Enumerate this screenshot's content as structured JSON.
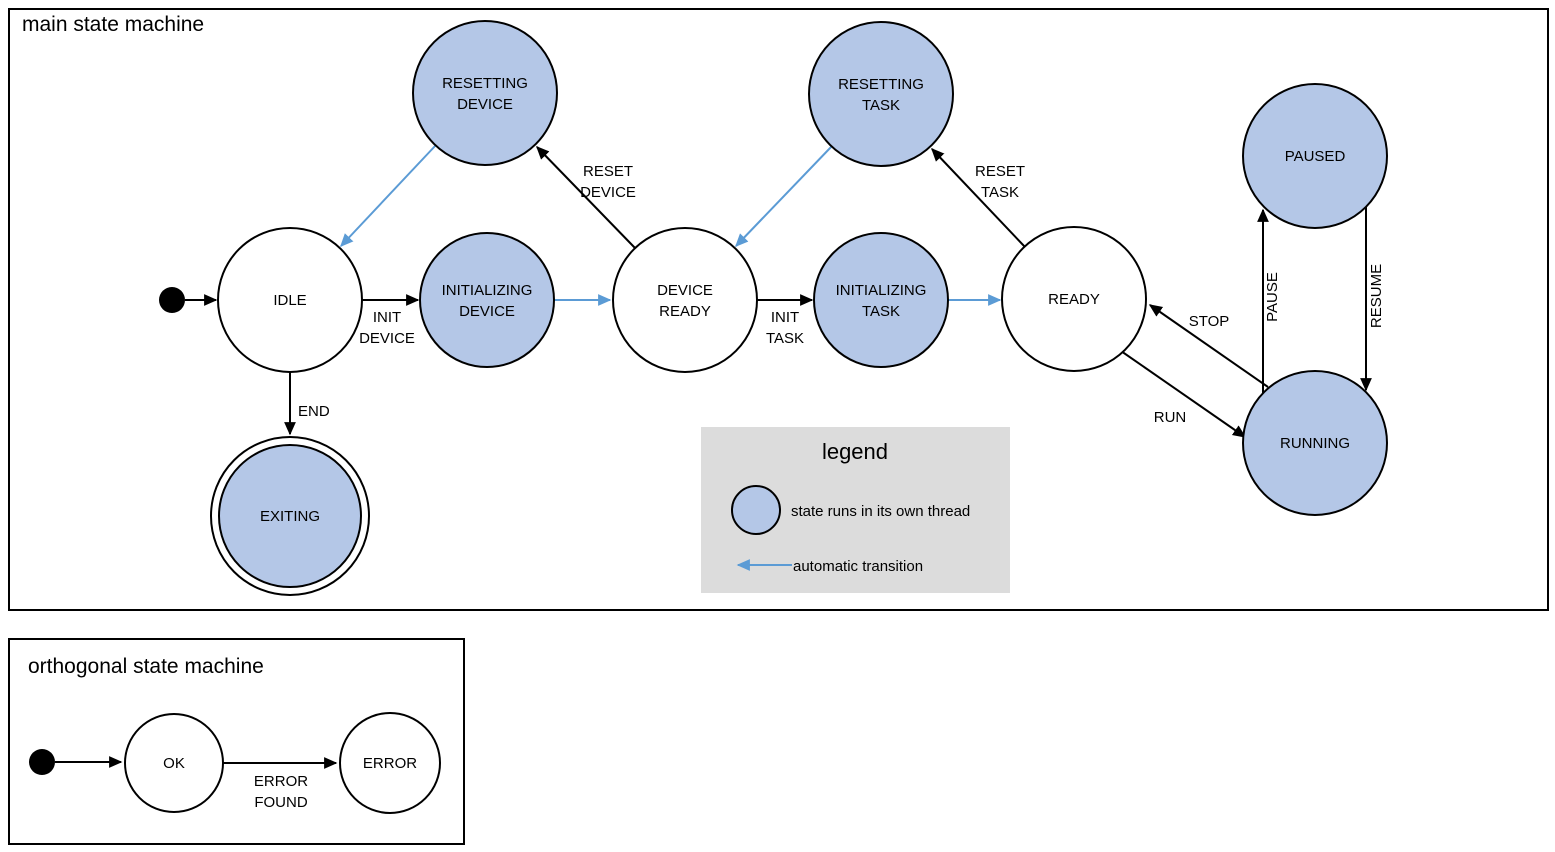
{
  "colors": {
    "thread_fill": "#b4c7e7",
    "auto_arrow": "#5b9bd5",
    "legend_bg": "#dcdcdc",
    "stroke": "#000000",
    "background": "#ffffff"
  },
  "main": {
    "title": "main state machine",
    "states": {
      "idle": {
        "label": "IDLE"
      },
      "resetting_device": {
        "lines": [
          "RESETTING",
          "DEVICE"
        ]
      },
      "initializing_device": {
        "lines": [
          "INITIALIZING",
          "DEVICE"
        ]
      },
      "device_ready": {
        "lines": [
          "DEVICE",
          "READY"
        ]
      },
      "resetting_task": {
        "lines": [
          "RESETTING",
          "TASK"
        ]
      },
      "initializing_task": {
        "lines": [
          "INITIALIZING",
          "TASK"
        ]
      },
      "ready": {
        "label": "READY"
      },
      "paused": {
        "label": "PAUSED"
      },
      "running": {
        "label": "RUNNING"
      },
      "exiting": {
        "label": "EXITING"
      }
    },
    "transitions": {
      "init_device": {
        "lines": [
          "INIT",
          "DEVICE"
        ]
      },
      "reset_device": {
        "lines": [
          "RESET",
          "DEVICE"
        ]
      },
      "init_task": {
        "lines": [
          "INIT",
          "TASK"
        ]
      },
      "reset_task": {
        "lines": [
          "RESET",
          "TASK"
        ]
      },
      "run": "RUN",
      "stop": "STOP",
      "pause": "PAUSE",
      "resume": "RESUME",
      "end": "END"
    }
  },
  "legend": {
    "title": "legend",
    "thread_item": "state runs in its own thread",
    "auto_item": "automatic transition"
  },
  "orthogonal": {
    "title": "orthogonal state machine",
    "states": {
      "ok": {
        "label": "OK"
      },
      "error": {
        "label": "ERROR"
      }
    },
    "transitions": {
      "error_found": {
        "lines": [
          "ERROR",
          "FOUND"
        ]
      }
    }
  }
}
